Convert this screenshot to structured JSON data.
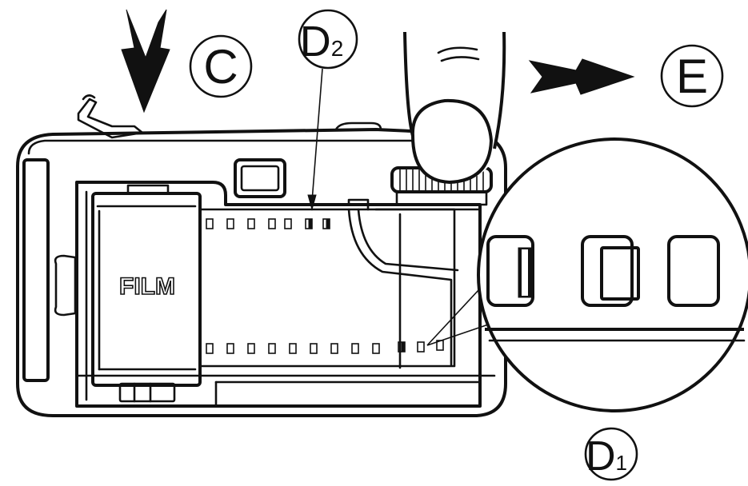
{
  "labels": {
    "c": "C",
    "d2_main": "D",
    "d2_sub": "2",
    "e": "E",
    "d1_main": "D",
    "d1_sub": "1",
    "film": "FILM"
  },
  "colors": {
    "ink": "#111111",
    "paper": "#ffffff"
  }
}
